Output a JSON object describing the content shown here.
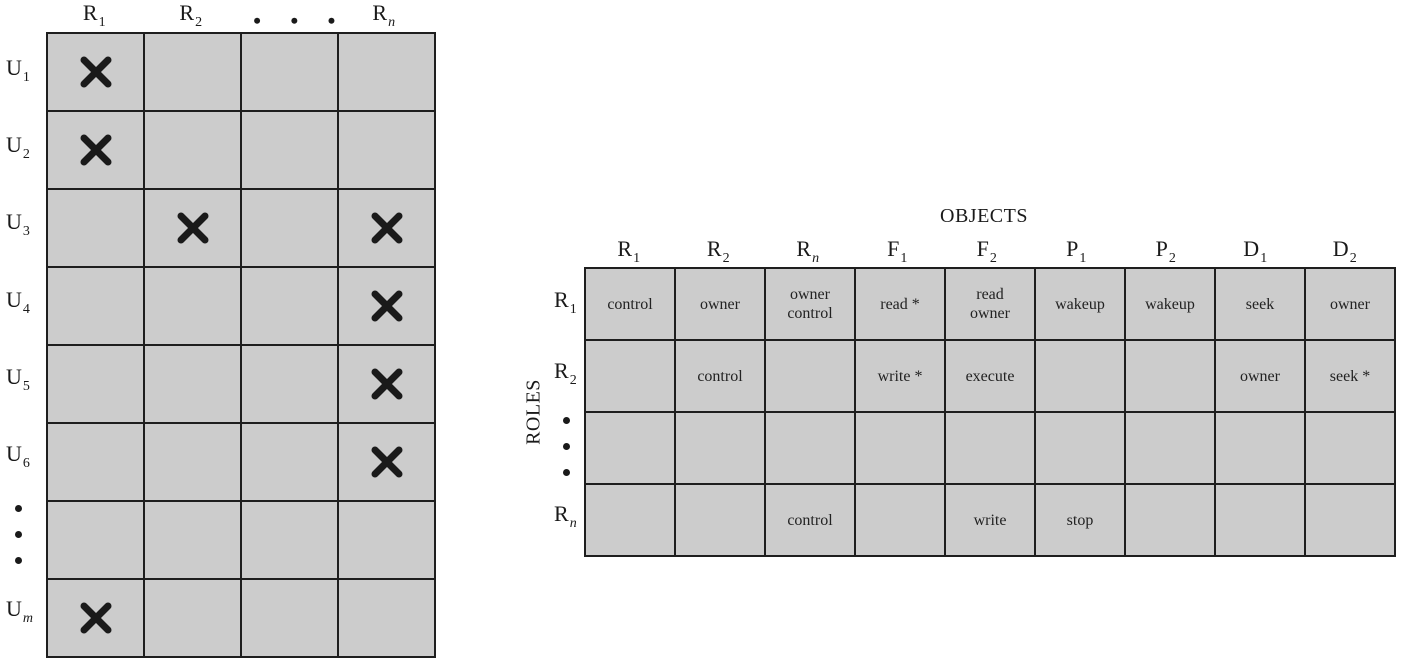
{
  "left_matrix": {
    "col_headers": [
      {
        "main": "R",
        "sub": "1",
        "italic": false
      },
      {
        "main": "R",
        "sub": "2",
        "italic": false
      },
      {
        "main": "• • •",
        "sub": "",
        "italic": false
      },
      {
        "main": "R",
        "sub": "n",
        "italic": true
      }
    ],
    "row_headers": [
      {
        "main": "U",
        "sub": "1",
        "italic": false
      },
      {
        "main": "U",
        "sub": "2",
        "italic": false
      },
      {
        "main": "U",
        "sub": "3",
        "italic": false
      },
      {
        "main": "U",
        "sub": "4",
        "italic": false
      },
      {
        "main": "U",
        "sub": "5",
        "italic": false
      },
      {
        "main": "U",
        "sub": "6",
        "italic": false
      },
      {
        "main": "",
        "sub": "",
        "italic": false,
        "vertical_dots": true
      },
      {
        "main": "U",
        "sub": "m",
        "italic": true
      }
    ],
    "marks": [
      [
        true,
        false,
        false,
        false
      ],
      [
        true,
        false,
        false,
        false
      ],
      [
        false,
        true,
        false,
        true
      ],
      [
        false,
        false,
        false,
        true
      ],
      [
        false,
        false,
        false,
        true
      ],
      [
        false,
        false,
        false,
        true
      ],
      [
        false,
        false,
        false,
        false
      ],
      [
        true,
        false,
        false,
        false
      ]
    ]
  },
  "right_matrix": {
    "title": "OBJECTS",
    "side_label": "ROLES",
    "col_headers": [
      {
        "main": "R",
        "sub": "1",
        "italic": false
      },
      {
        "main": "R",
        "sub": "2",
        "italic": false
      },
      {
        "main": "R",
        "sub": "n",
        "italic": true
      },
      {
        "main": "F",
        "sub": "1",
        "italic": false
      },
      {
        "main": "F",
        "sub": "2",
        "italic": false
      },
      {
        "main": "P",
        "sub": "1",
        "italic": false
      },
      {
        "main": "P",
        "sub": "2",
        "italic": false
      },
      {
        "main": "D",
        "sub": "1",
        "italic": false
      },
      {
        "main": "D",
        "sub": "2",
        "italic": false
      }
    ],
    "row_headers": [
      {
        "main": "R",
        "sub": "1",
        "italic": false
      },
      {
        "main": "R",
        "sub": "2",
        "italic": false
      },
      {
        "main": "",
        "sub": "",
        "italic": false,
        "vertical_dots": true
      },
      {
        "main": "R",
        "sub": "n",
        "italic": true
      }
    ],
    "cells": [
      [
        "control",
        "owner",
        "owner\ncontrol",
        "read *",
        "read\nowner",
        "wakeup",
        "wakeup",
        "seek",
        "owner"
      ],
      [
        "",
        "control",
        "",
        "write *",
        "execute",
        "",
        "",
        "owner",
        "seek *"
      ],
      [
        "",
        "",
        "",
        "",
        "",
        "",
        "",
        "",
        ""
      ],
      [
        "",
        "",
        "control",
        "",
        "write",
        "stop",
        "",
        "",
        ""
      ]
    ]
  }
}
